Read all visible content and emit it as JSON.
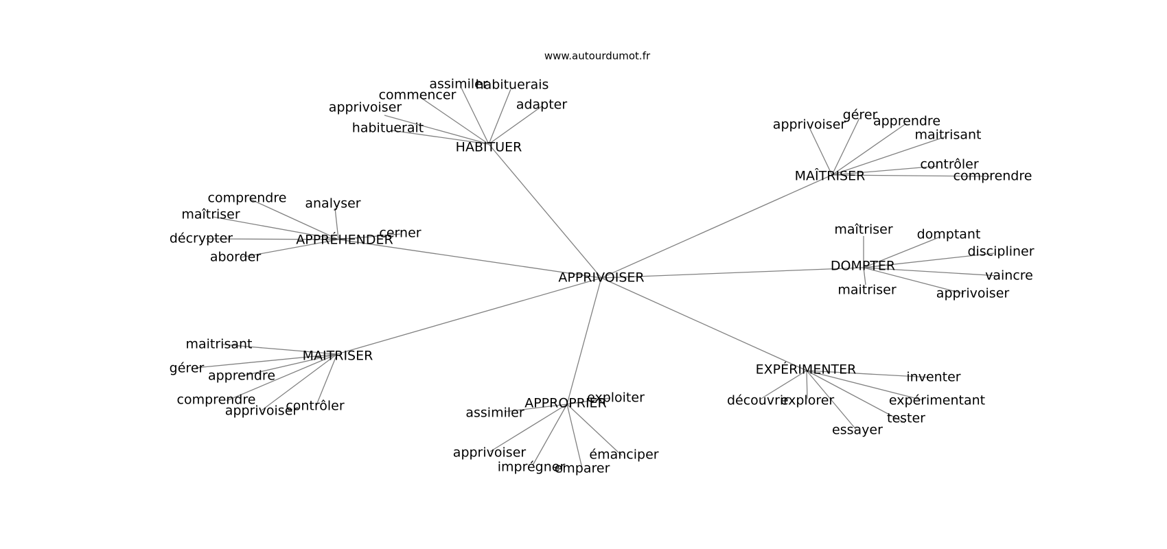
{
  "watermark": "www.autourdumot.fr",
  "edge_color": "#808080",
  "text_color": "#000000",
  "center": "APPRIVOISER",
  "groups": [
    {
      "id": "habituer",
      "label": "HABITUER",
      "words": [
        "habituerait",
        "apprivoiser",
        "commencer",
        "assimiler",
        "habituerais",
        "adapter"
      ]
    },
    {
      "id": "maitriser-accent",
      "label": "MAÎTRISER",
      "words": [
        "apprivoiser",
        "gérer",
        "apprendre",
        "maitrisant",
        "contrôler",
        "comprendre"
      ]
    },
    {
      "id": "apprehender",
      "label": "APPRÉHENDER",
      "words": [
        "comprendre",
        "analyser",
        "maîtriser",
        "cerner",
        "décrypter",
        "aborder"
      ]
    },
    {
      "id": "dompter",
      "label": "DOMPTER",
      "words": [
        "maîtriser",
        "domptant",
        "discipliner",
        "vaincre",
        "maitriser",
        "apprivoiser"
      ]
    },
    {
      "id": "maitriser",
      "label": "MAITRISER",
      "words": [
        "maitrisant",
        "gérer",
        "apprendre",
        "comprendre",
        "apprivoiser",
        "contrôler"
      ]
    },
    {
      "id": "experimenter",
      "label": "EXPÉRIMENTER",
      "words": [
        "inventer",
        "expérimentant",
        "tester",
        "essayer",
        "explorer",
        "découvrir"
      ]
    },
    {
      "id": "approprier",
      "label": "APPROPRIER",
      "words": [
        "exploiter",
        "assimiler",
        "apprivoiser",
        "imprégner",
        "emparer",
        "émanciper"
      ]
    }
  ]
}
